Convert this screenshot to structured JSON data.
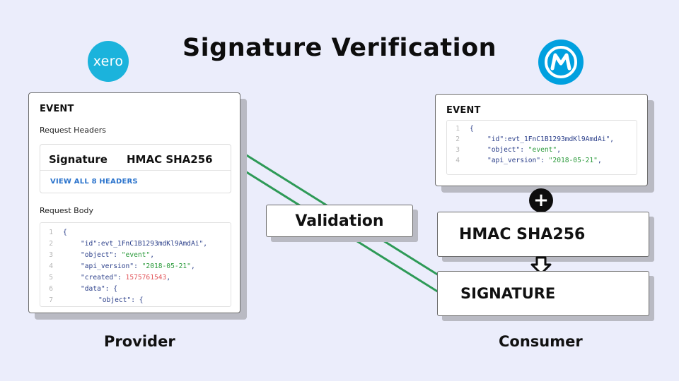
{
  "title": "Signature Verification",
  "logos": {
    "provider_text": "xero",
    "provider_color": "#1bb3dc",
    "consumer_icon": "mulesoft-logo-icon",
    "consumer_color": "#00a0df"
  },
  "provider_card": {
    "event_label": "EVENT",
    "headers_label": "Request Headers",
    "signature_key": "Signature",
    "signature_value": "HMAC SHA256",
    "view_all": "VIEW ALL 8 HEADERS",
    "body_label": "Request Body",
    "code": [
      {
        "ln": "1",
        "indent": 0,
        "parts": [
          {
            "t": "{",
            "c": "p"
          }
        ]
      },
      {
        "ln": "2",
        "indent": 1,
        "parts": [
          {
            "t": "\"id\":evt_1FnC1B1293mdKl9AmdAi\",",
            "c": "k"
          }
        ]
      },
      {
        "ln": "3",
        "indent": 1,
        "parts": [
          {
            "t": "\"object\": ",
            "c": "k"
          },
          {
            "t": "\"event\"",
            "c": "s"
          },
          {
            "t": ",",
            "c": "k"
          }
        ]
      },
      {
        "ln": "4",
        "indent": 1,
        "parts": [
          {
            "t": "\"api_version\": ",
            "c": "k"
          },
          {
            "t": "\"2018-05-21\"",
            "c": "s"
          },
          {
            "t": ",",
            "c": "k"
          }
        ]
      },
      {
        "ln": "5",
        "indent": 1,
        "parts": [
          {
            "t": "\"created\": ",
            "c": "k"
          },
          {
            "t": "1575761543",
            "c": "n"
          },
          {
            "t": ",",
            "c": "k"
          }
        ]
      },
      {
        "ln": "6",
        "indent": 1,
        "parts": [
          {
            "t": "\"data\": {",
            "c": "k"
          }
        ]
      },
      {
        "ln": "7",
        "indent": 2,
        "parts": [
          {
            "t": "\"object\": {",
            "c": "k"
          }
        ]
      }
    ]
  },
  "consumer_card": {
    "event_label": "EVENT",
    "code": [
      {
        "ln": "1",
        "indent": 0,
        "parts": [
          {
            "t": "{",
            "c": "p"
          }
        ]
      },
      {
        "ln": "2",
        "indent": 1,
        "parts": [
          {
            "t": "\"id\":evt_1FnC1B1293mdKl9AmdAi\",",
            "c": "k"
          }
        ]
      },
      {
        "ln": "3",
        "indent": 1,
        "parts": [
          {
            "t": "\"object\": ",
            "c": "k"
          },
          {
            "t": "\"event\"",
            "c": "s"
          },
          {
            "t": ",",
            "c": "k"
          }
        ]
      },
      {
        "ln": "4",
        "indent": 1,
        "parts": [
          {
            "t": "\"api_version\": ",
            "c": "k"
          },
          {
            "t": "\"2018-05-21\"",
            "c": "s"
          },
          {
            "t": ",",
            "c": "k"
          }
        ]
      }
    ]
  },
  "validation_label": "Validation",
  "hmac_label": "HMAC SHA256",
  "signature_label": "SIGNATURE",
  "plus_symbol": "+",
  "provider_label": "Provider",
  "consumer_label": "Consumer",
  "line_color": "#2e9a57"
}
